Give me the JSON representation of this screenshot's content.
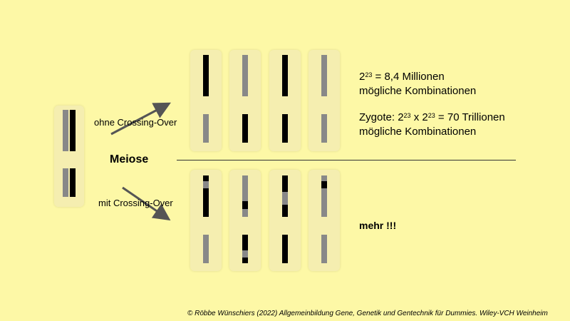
{
  "labels": {
    "without": "ohne Crossing-Over",
    "with": "mit Crossing-Over",
    "meiosis": "Meiose"
  },
  "text": {
    "combos_base": "2",
    "combos_exp": "23",
    "combos_rest": " = 8,4 Millionen",
    "combos_line2": "mögliche Kombinationen",
    "zygote_prefix": "Zygote: 2",
    "zygote_exp1": "23",
    "zygote_mid": " x 2",
    "zygote_exp2": "23",
    "zygote_rest": " = 70 Trillionen",
    "zygote_line2": "mögliche Kombinationen",
    "more": "mehr !!!"
  },
  "footer": "© Röbbe Wünschiers (2022) Allgemeinbildung Gene, Genetik und Gentechnik für Dummies. Wiley-VCH Weinheim",
  "colors": {
    "background": "#fdf8a6",
    "panel": "#f5eeb0",
    "black": "#000000",
    "gray": "#888888",
    "arrow": "#555555"
  }
}
